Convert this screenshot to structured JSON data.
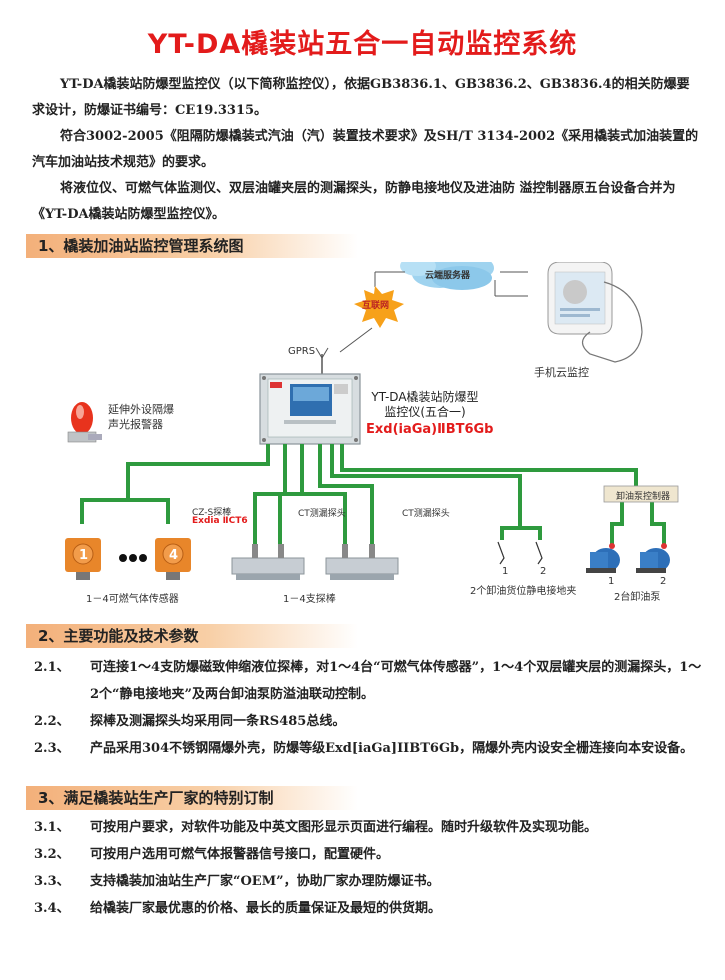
{
  "title": "YT-DA橇装站五合一自动监控系统",
  "intro": [
    "YT-DA橇装站防爆型监控仪（以下简称监控仪），依据GB3836.1、GB3836.2、GB3836.4的相关防爆要求设计，防爆证书编号：CE19.3315。",
    "符合3002-2005《阻隔防爆橇装式汽油（汽）装置技术要求》及SH/T 3134-2002《采用橇装式加油装置的汽车加油站技术规范》的要求。",
    "将液位仪、可燃气体监测仪、双层油罐夹层的测漏探头，防静电接地仪及进油防  溢控制器原五台设备合并为《YT-DA橇装站防爆型监控仪》。"
  ],
  "section1": {
    "heading": "1、橇装加油站监控管理系统图"
  },
  "diagram": {
    "cloud_label": "云端服务器",
    "internet_label": "互联网",
    "gprs_label": "GPRS",
    "phone_label": "手机云监控",
    "monitor_label_line1": "YT-DA橇装站防爆型",
    "monitor_label_line2": "监控仪(五合一)",
    "monitor_ex_mark": "Exd(iaGa)ⅡBT6Gb",
    "alarm_label_line1": "延伸外设隔爆",
    "alarm_label_line2": "声光报警器",
    "probe_label": "CZ-S探棒",
    "probe_ex": "Exdia ⅡCT6",
    "ct_label_1": "CT测漏探头",
    "ct_label_2": "CT测漏探头",
    "pump_controller": "卸油泵控制器",
    "sensor_num_1": "1",
    "sensor_num_4": "4",
    "sensor_caption": "1－4可燃气体传感器",
    "probe_caption": "1－4支探棒",
    "clip_num_1": "1",
    "clip_num_2": "2",
    "clip_caption": "2个卸油货位静电接地夹",
    "pump_num_1": "1",
    "pump_num_2": "2",
    "pump_caption": "2台卸油泵"
  },
  "section2": {
    "heading": "2、主要功能及技术参数",
    "items": [
      {
        "num": "2.1、",
        "text": "可连接1～4支防爆磁致伸缩液位探棒，对1～4台“可燃气体传感器”，1～4个双层罐夹层的测漏探头，1～2个“静电接地夹”及两台卸油泵防溢油联动控制。"
      },
      {
        "num": "2.2、",
        "text": "探棒及测漏探头均采用同一条RS485总线。"
      },
      {
        "num": "2.3、",
        "text": "产品采用304不锈钢隔爆外壳，防爆等级Exd[iaGa]IIBT6Gb，隔爆外壳内设安全栅连接向本安设备。"
      }
    ]
  },
  "section3": {
    "heading": "3、满足橇装站生产厂家的特别订制",
    "items": [
      {
        "num": "3.1、",
        "text": "可按用户要求，对软件功能及中英文图形显示页面进行编程。随时升级软件及实现功能。"
      },
      {
        "num": "3.2、",
        "text": "可按用户选用可燃气体报警器信号接口，配置硬件。"
      },
      {
        "num": "3.3、",
        "text": "支持橇装加油站生产厂家“OEM”，协助厂家办理防爆证书。"
      },
      {
        "num": "3.4、",
        "text": "给橇装厂家最优惠的价格、最长的质量保证及最短的供货期。"
      }
    ]
  },
  "colors": {
    "title_red": "#e31b1b",
    "line_green": "#2e9a3e",
    "header_orange": "#f3b07a",
    "sensor_orange": "#e8862a",
    "pump_blue": "#2d6fb8"
  }
}
